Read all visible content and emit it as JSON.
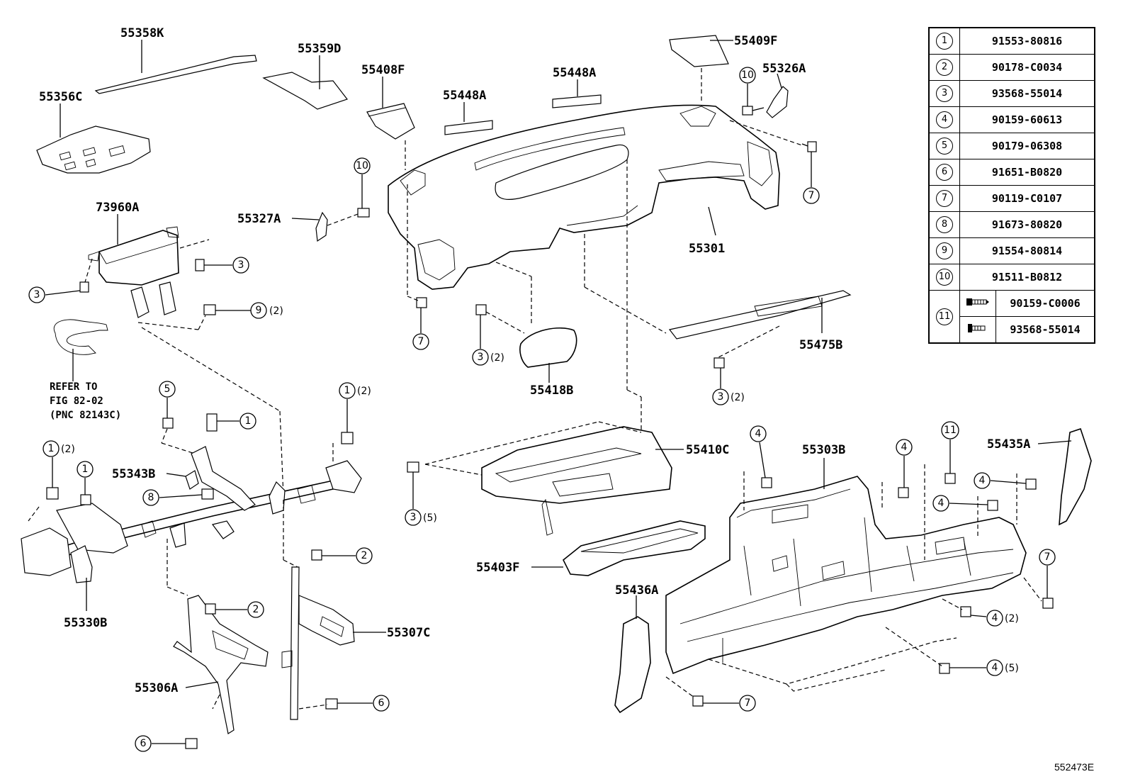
{
  "labels": {
    "p55358K": "55358K",
    "p55359D": "55359D",
    "p55356C": "55356C",
    "p55408F": "55408F",
    "p55448A_1": "55448A",
    "p55448A_2": "55448A",
    "p55409F": "55409F",
    "p55326A": "55326A",
    "p73960A": "73960A",
    "p55327A": "55327A",
    "p55301": "55301",
    "p55475B": "55475B",
    "p55418B": "55418B",
    "p55410C": "55410C",
    "p55303B": "55303B",
    "p55435A": "55435A",
    "p55343B": "55343B",
    "p55330B": "55330B",
    "p55403F": "55403F",
    "p55436A": "55436A",
    "p55307C": "55307C",
    "p55306A": "55306A"
  },
  "refer_note": [
    "REFER TO",
    "FIG 82-02",
    "(PNC 82143C)"
  ],
  "callouts": {
    "c10_top": "10",
    "c7_right": "7",
    "c10_mid": "10",
    "c3_a": "3",
    "c3_b": "3",
    "c9": "9",
    "c9_qty": "(2)",
    "c7_mid": "7",
    "c3_c": "3",
    "c3_c_qty": "(2)",
    "c3_d": "3",
    "c3_d_qty": "(2)",
    "c5": "5",
    "c1_a": "1",
    "c1_b": "1",
    "c1_b_qty": "(2)",
    "c1_c": "1",
    "c1_c_qty": "(2)",
    "c1_d": "1",
    "c8": "8",
    "c3_e": "3",
    "c3_e_qty": "(5)",
    "c2_a": "2",
    "c2_b": "2",
    "c6_a": "6",
    "c6_b": "6",
    "c4_a": "4",
    "c4_b": "4",
    "c11": "11",
    "c4_c": "4",
    "c4_d": "4",
    "c7_lower": "7",
    "c4_e": "4",
    "c4_e_qty": "(2)",
    "c4_f": "4",
    "c4_f_qty": "(5)",
    "c7_bottom": "7"
  },
  "legend": {
    "rows": [
      {
        "key": "1",
        "part": "91553-80816"
      },
      {
        "key": "2",
        "part": "90178-C0034"
      },
      {
        "key": "3",
        "part": "93568-55014"
      },
      {
        "key": "4",
        "part": "90159-60613"
      },
      {
        "key": "5",
        "part": "90179-06308"
      },
      {
        "key": "6",
        "part": "91651-B0820"
      },
      {
        "key": "7",
        "part": "90119-C0107"
      },
      {
        "key": "8",
        "part": "91673-80820"
      },
      {
        "key": "9",
        "part": "91554-80814"
      },
      {
        "key": "10",
        "part": "91511-B0812"
      }
    ],
    "row11": {
      "key": "11",
      "part_a": "90159-C0006",
      "part_b": "93568-55014"
    }
  },
  "figure_id": "552473E"
}
